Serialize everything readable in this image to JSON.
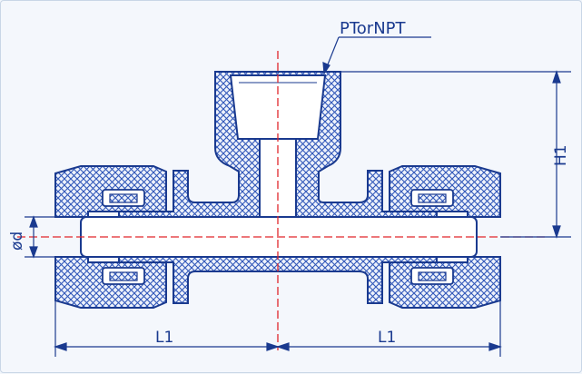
{
  "labels": {
    "thread_callout": "PTorNPT",
    "height_dim": "H1",
    "bore_dim": "ød",
    "left_length_dim": "L1",
    "right_length_dim": "L1"
  },
  "colors": {
    "outline": "#1a3a8f",
    "hatch": "#2f56b8",
    "body_fill": "#e9eefa",
    "bore_fill": "#ffffff",
    "centerline": "#e0262b",
    "background": "#f4f7fc"
  }
}
